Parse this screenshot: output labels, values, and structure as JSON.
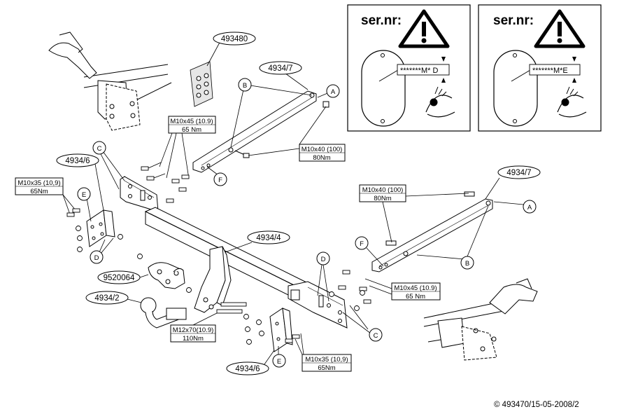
{
  "serial_panels": [
    {
      "title": "ser.nr:",
      "code": "*******M* D"
    },
    {
      "title": "ser.nr:",
      "code": "*******M*E"
    }
  ],
  "part_labels": {
    "sticker": "493480",
    "arm_left": "4934/7",
    "arm_right": "4934/7",
    "bracket_left": "4934/6",
    "bracket_bottom": "4934/6",
    "crossbar": "4934/4",
    "socket_plate": "9520064",
    "ball": "4934/2"
  },
  "fastener_specs": {
    "m10x45_top": {
      "size": "M10x45 (10.9)",
      "torque": "65 Nm"
    },
    "m10x40_top": {
      "size": "M10x40 (100)",
      "torque": "80Nm"
    },
    "m10x35_left": {
      "size": "M10x35 (10,9)",
      "torque": "65Nm"
    },
    "m10x40_right": {
      "size": "M10x40 (100)",
      "torque": "80Nm"
    },
    "m10x45_right": {
      "size": "M10x45 (10.9)",
      "torque": "65 Nm"
    },
    "m12x70": {
      "size": "M12x70(10.9)",
      "torque": "110Nm"
    },
    "m10x35_bottom": {
      "size": "M10x35 (10,9)",
      "torque": "65Nm"
    }
  },
  "callouts": {
    "a_top": "A",
    "b_top": "B",
    "f_top": "F",
    "c_left": "C",
    "e_left": "E",
    "d_left": "D",
    "a_right": "A",
    "b_right": "B",
    "f_right": "F",
    "d_bottom": "D",
    "c_bottom": "C",
    "e_bottom": "E"
  },
  "footer": "© 493470/15-05-2008/2"
}
